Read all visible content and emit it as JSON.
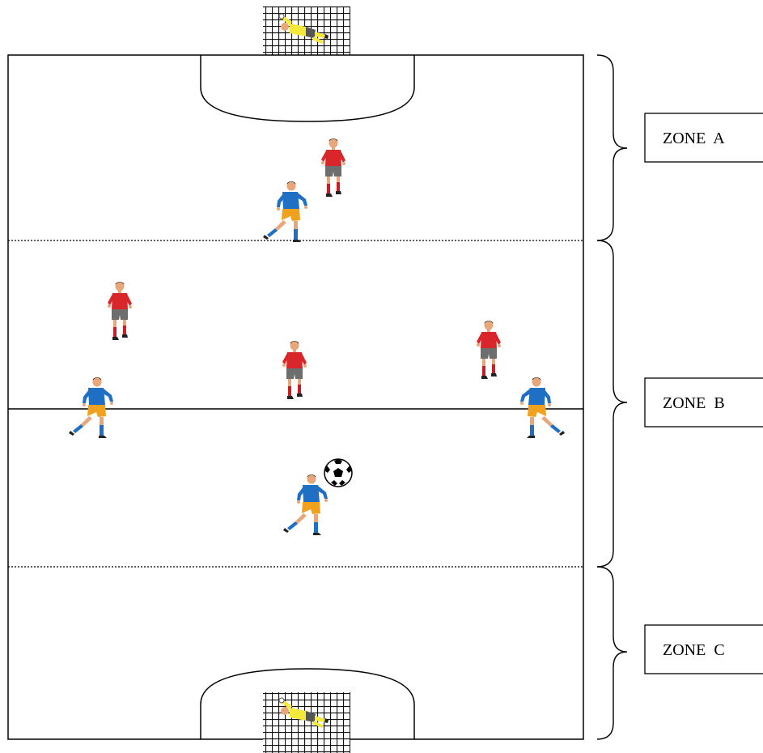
{
  "zones": [
    {
      "id": "a",
      "label": "ZONE  A"
    },
    {
      "id": "b",
      "label": "ZONE  B"
    },
    {
      "id": "c",
      "label": "ZONE  C"
    }
  ],
  "teams": {
    "red": {
      "shirt": "#d9262b",
      "shorts": "#6e6e6e",
      "socks": "#c81e26"
    },
    "blue": {
      "shirt": "#1f6fc4",
      "shorts": "#f0a21e",
      "socks": "#1f6fc4"
    },
    "goalkeeper": {
      "shirt": "#f4e93a",
      "shorts": "#555555"
    }
  },
  "colors": {
    "line": "#000000",
    "pitch": "#ffffff",
    "skin": "#e8a77a",
    "hair": "#3a2416"
  },
  "icons": [
    "goal-net-icon",
    "goalkeeper-icon",
    "player-icon",
    "football-icon",
    "brace-icon"
  ]
}
